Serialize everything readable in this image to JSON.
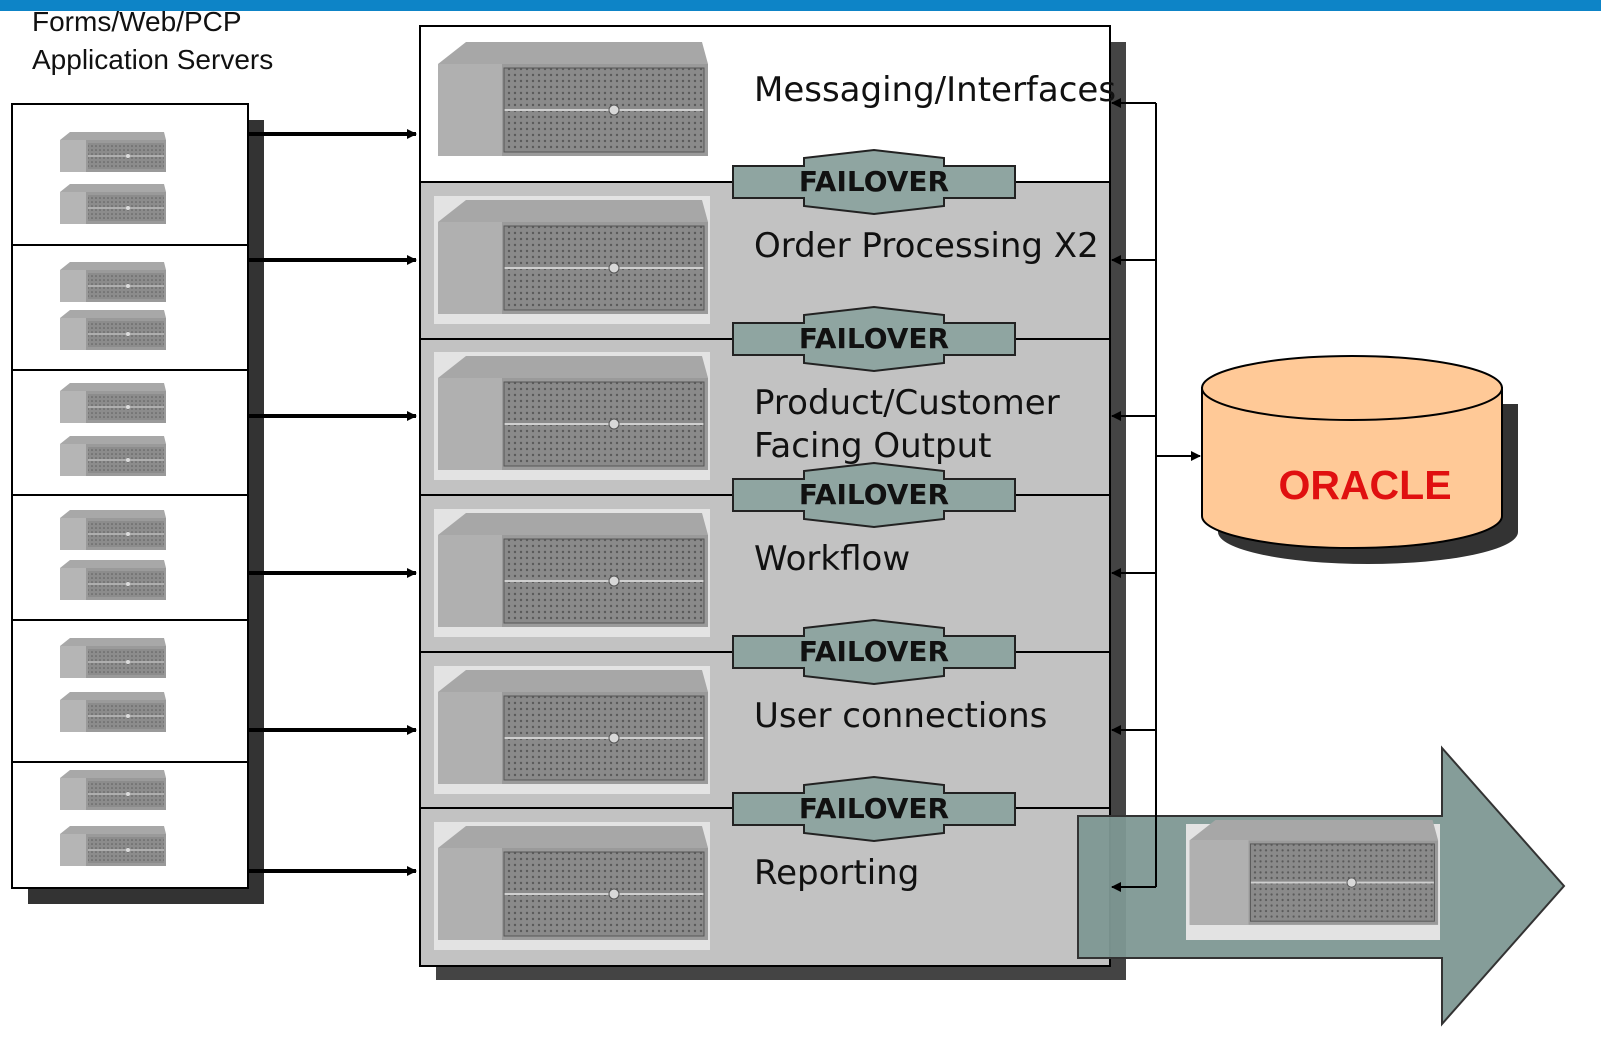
{
  "colors": {
    "accent_bar": "#0d84c7",
    "failover_fill": "#8fa5a1",
    "oracle_fill": "#ffc997",
    "oracle_text": "#e01010",
    "big_arrow": "#7e9894",
    "panel_gray": "#c2c2c2"
  },
  "app_servers": {
    "title_line1": "Forms/Web/PCP",
    "title_line2": "Application Servers"
  },
  "cluster": {
    "layers": [
      "Messaging/Interfaces",
      "Order Processing X2",
      "Product/Customer",
      "Facing Output",
      "Workflow",
      "User connections",
      "Reporting"
    ]
  },
  "failover": {
    "label": "FAILOVER"
  },
  "database": {
    "label": "ORACLE"
  },
  "icons": {
    "server": "server-icon",
    "database": "database-cylinder-icon",
    "arrow": "arrow-right-icon"
  }
}
